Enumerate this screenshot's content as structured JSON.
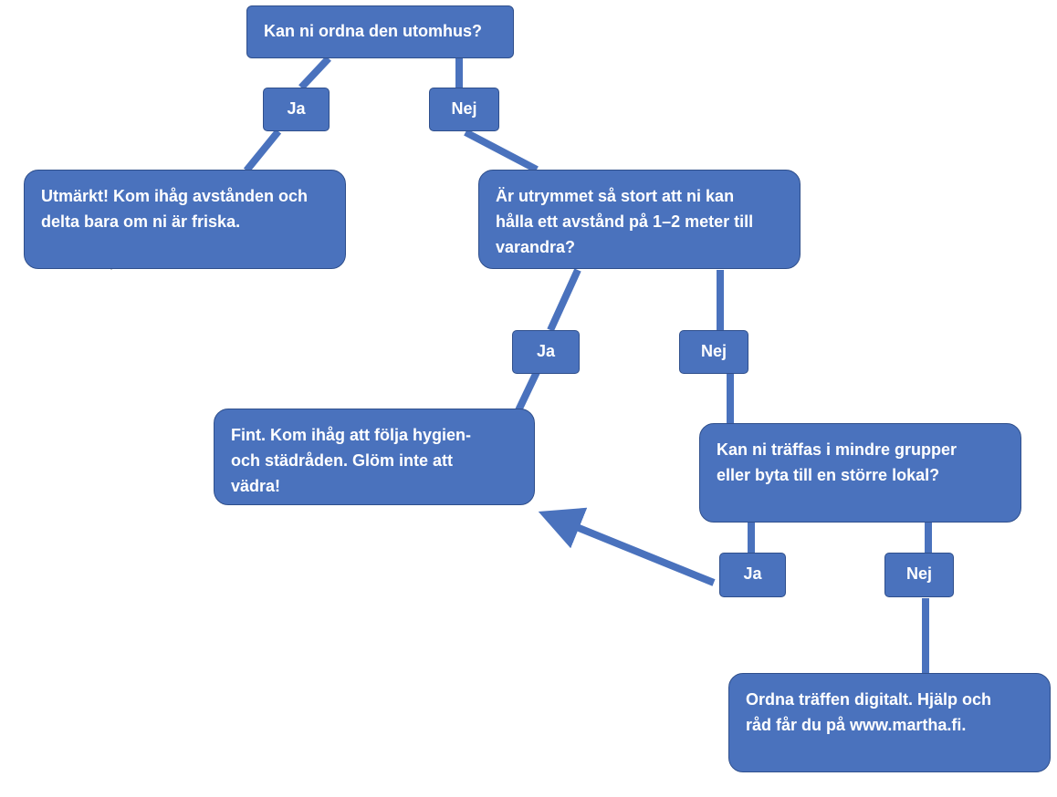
{
  "colors": {
    "fill": "#4a72bd",
    "stroke": "#2f4f8c",
    "connector": "#4a72bd",
    "text": "#ffffff"
  },
  "nodes": {
    "q_outdoors": "Kan ni ordna den utomhus?",
    "excellent": "Utmärkt! Kom ihåg avstånden och\ndelta bara om ni är friska.",
    "q_space": "Är utrymmet så stort att ni kan\nhålla ett avstånd på 1–2 meter till\nvarandra?",
    "fine": "Fint. Kom ihåg att följa hygien-\noch städråden. Glöm inte att\nvädra!",
    "q_smaller_groups": "Kan ni träffas  i mindre grupper\neller byta till en större lokal?",
    "digital": "Ordna träffen  digitalt. Hjälp och\nråd får du på www.martha.fi."
  },
  "labels": {
    "yes_1": "Ja",
    "no_1": "Nej",
    "yes_2": "Ja",
    "no_2": "Nej",
    "yes_3": "Ja",
    "no_3": "Nej"
  }
}
